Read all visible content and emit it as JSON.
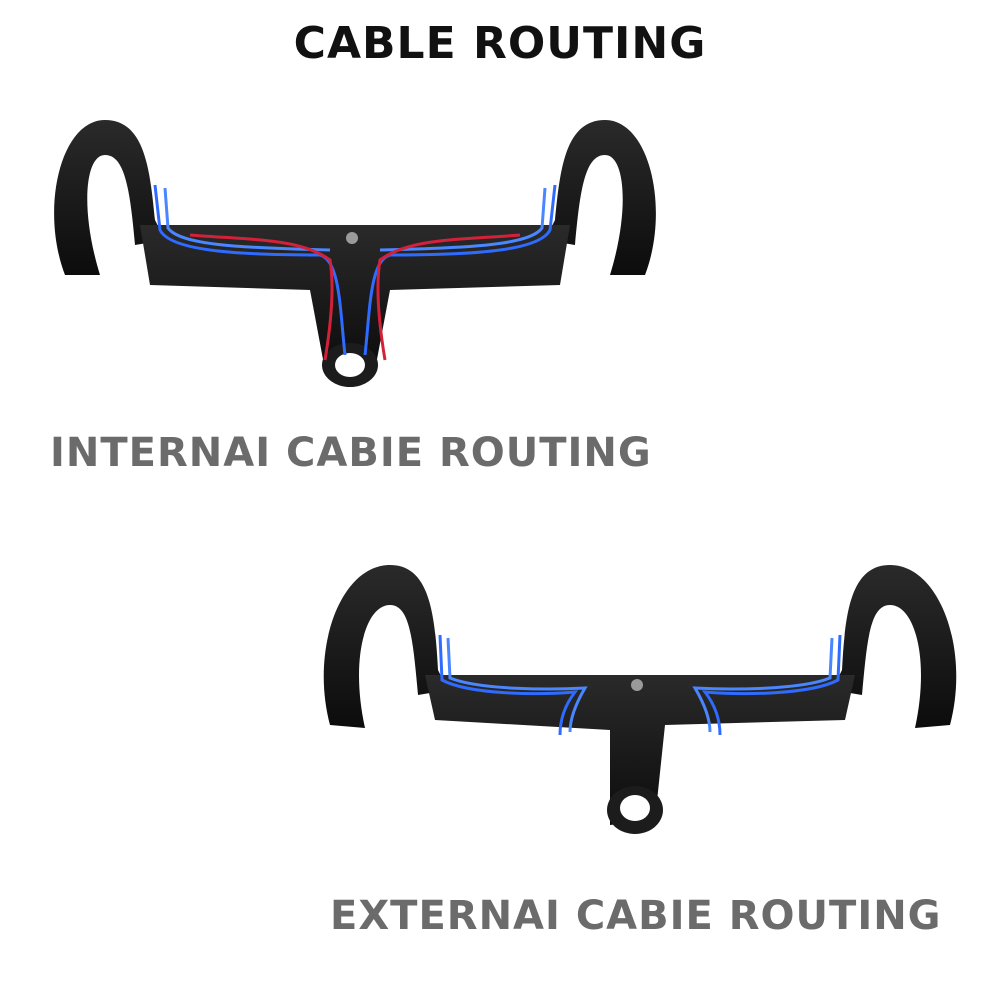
{
  "title": "CABLE ROUTING",
  "sections": {
    "internal": {
      "caption": "INTERNAI CABIE ROUTING",
      "cable_colors": [
        "#2f6bff",
        "#d4213a"
      ]
    },
    "external": {
      "caption": "EXTERNAI CABIE ROUTING",
      "cable_colors": [
        "#2f6bff",
        "#3a7cff"
      ]
    }
  },
  "colors": {
    "handlebar": "#151515",
    "text_title": "#111111",
    "text_caption": "#6b6b6b"
  }
}
